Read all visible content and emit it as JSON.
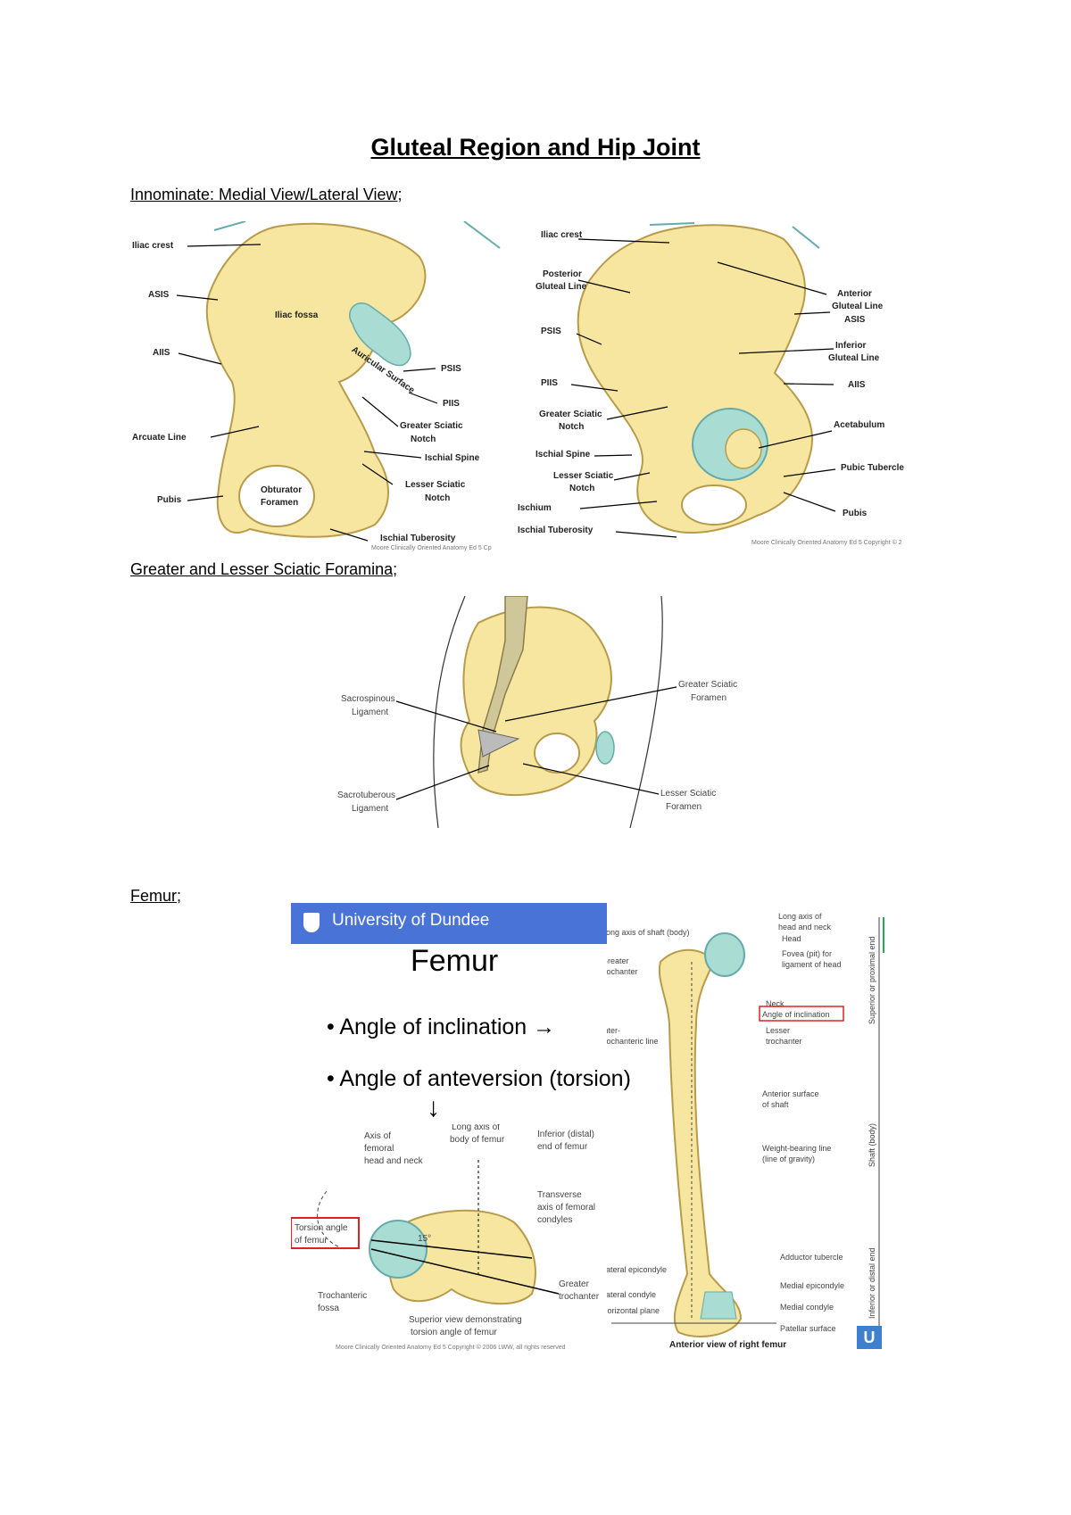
{
  "page_title": "Gluteal Region and Hip Joint",
  "headings": {
    "innominate": "Innominate: Medial View/Lateral View;",
    "sciatic": "Greater and Lesser Sciatic Foramina;",
    "femur": "Femur;"
  },
  "medial_view": {
    "labels": [
      "Iliac crest",
      "ASIS",
      "AIIS",
      "Arcuate Line",
      "Pubis",
      "Iliac fossa",
      "Auricular Surface",
      "PSIS",
      "PIIS",
      "Greater Sciatic",
      "Notch",
      "Ischial Spine",
      "Lesser Sciatic",
      "Notch",
      "Obturator",
      "Foramen",
      "Ischial Tuberosity"
    ],
    "credit": "Moore Clinically Oriented Anatomy Ed 5 Cp"
  },
  "lateral_view": {
    "labels": [
      "Iliac crest",
      "Posterior",
      "Gluteal Line",
      "PSIS",
      "PIIS",
      "Greater Sciatic",
      "Notch",
      "Ischial Spine",
      "Lesser Sciatic",
      "Notch",
      "Ischium",
      "Ischial Tuberosity",
      "Anterior",
      "Gluteal Line",
      "ASIS",
      "Inferior",
      "Gluteal Line",
      "AIIS",
      "Acetabulum",
      "Pubic Tubercle",
      "Pubis"
    ],
    "credit": "Moore Clinically Oriented Anatomy Ed 5 Copyright © 2"
  },
  "sciatic_figure": {
    "labels": [
      "Sacrospinous",
      "Ligament",
      "Sacrotuberous",
      "Ligament",
      "Greater Sciatic",
      "Foramen",
      "Lesser Sciatic",
      "Foramen"
    ]
  },
  "femur_slide": {
    "banner": "University of Dundee",
    "title": "Femur",
    "bullet1": "Angle of inclination →",
    "bullet2": "Angle of anteversion (torsion)",
    "arrow": "↓",
    "superior_labels": [
      "Axis of",
      "femoral",
      "head and neck",
      "Long axis of",
      "body of femur",
      "Inferior (distal)",
      "end of femur",
      "Transverse",
      "axis of femoral",
      "condyles",
      "Torsion angle",
      "of femur",
      "15°",
      "Trochanteric",
      "fossa",
      "Greater",
      "trochanter",
      "Superior view demonstrating",
      "torsion angle of femur"
    ],
    "anterior_labels": [
      "Long axis of shaft (body)",
      "Long axis of",
      "head and neck",
      "Head",
      "Fovea (pit) for",
      "ligament of head",
      "Greater",
      "trochanter",
      "Neck",
      "Angle of inclination",
      "Lesser",
      "trochanter",
      "Inter-",
      "trochanteric line",
      "Anterior surface",
      "of shaft",
      "Weight-bearing line",
      "(line of gravity)",
      "Adductor tubercle",
      "Lateral epicondyle",
      "Medial epicondyle",
      "Lateral condyle",
      "Horizontal plane",
      "Medial condyle",
      "Patellar surface",
      "Anterior view of right femur"
    ],
    "side_labels": [
      "Superior or proximal end",
      "Shaft (body)",
      "Inferior or distal end"
    ],
    "credit": "Moore Clinically Oriented Anatomy Ed 5 Copyright © 2006 LWW, all rights reserved",
    "logo": "U"
  }
}
